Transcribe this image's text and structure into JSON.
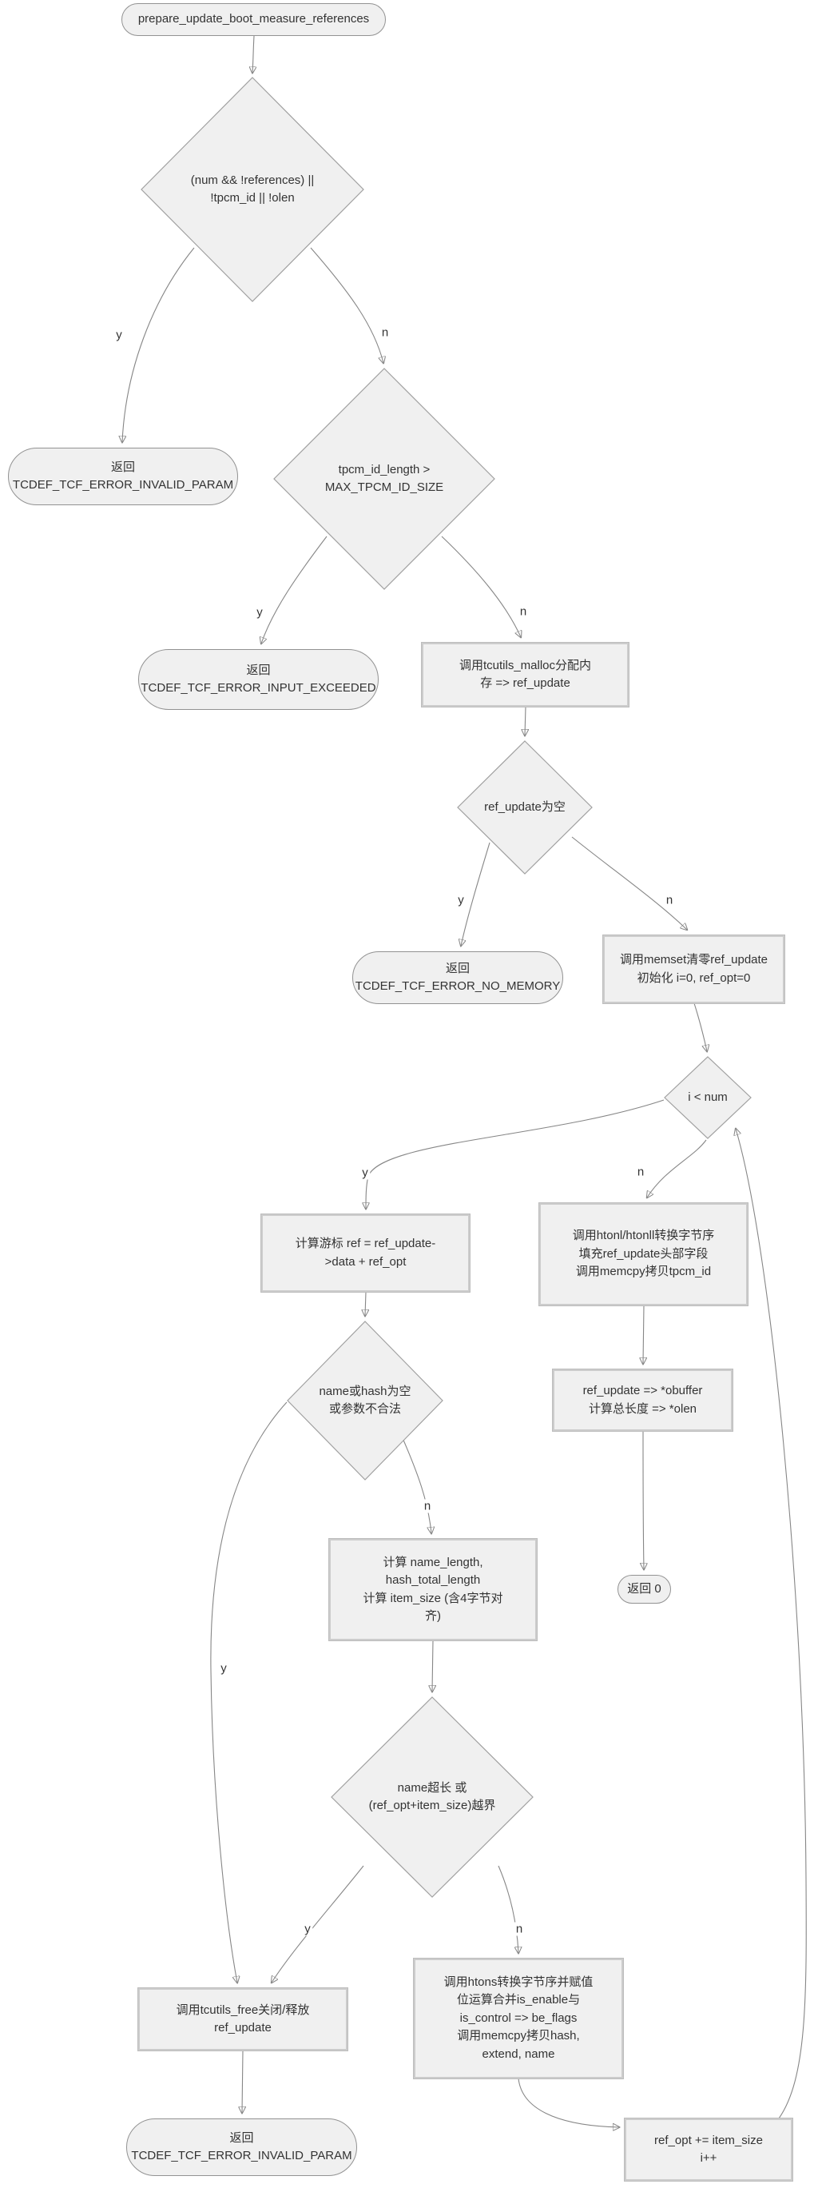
{
  "diagram": {
    "type": "flowchart",
    "colors": {
      "node_fill": "#f0f0f0",
      "node_border": "#949494",
      "edge_stroke": "#868686",
      "arrow_fill": "#5f5f5f",
      "text": "#333333"
    },
    "nodes": {
      "start": {
        "type": "terminal",
        "label": "prepare_update_boot_measure_references"
      },
      "check_params": {
        "type": "decision",
        "label": "(num && !references) ||\n!tpcm_id || !olen"
      },
      "return_invalid_param_1": {
        "type": "terminal",
        "label": "返回\nTCDEF_TCF_ERROR_INVALID_PARAM"
      },
      "check_tpcm_id_length": {
        "type": "decision",
        "label": "tpcm_id_length >\nMAX_TPCM_ID_SIZE"
      },
      "return_input_exceeded": {
        "type": "terminal",
        "label": "返回\nTCDEF_TCF_ERROR_INPUT_EXCEEDED"
      },
      "malloc_ref_update": {
        "type": "process",
        "label": "调用tcutils_malloc分配内\n存 => ref_update"
      },
      "check_ref_update_null": {
        "type": "decision",
        "label": "ref_update为空"
      },
      "return_no_memory": {
        "type": "terminal",
        "label": "返回\nTCDEF_TCF_ERROR_NO_MEMORY"
      },
      "memset_init": {
        "type": "process",
        "label": "调用memset清零ref_update\n初始化 i=0, ref_opt=0"
      },
      "loop_condition": {
        "type": "decision",
        "label": "i < num"
      },
      "calc_cursor": {
        "type": "process",
        "label": "计算游标 ref = ref_update-\n>data + ref_opt"
      },
      "fill_header": {
        "type": "process",
        "label": "调用htonl/htonll转换字节序\n填充ref_update头部字段\n调用memcpy拷贝tpcm_id"
      },
      "check_name_hash": {
        "type": "decision",
        "label": "name或hash为空\n或参数不合法"
      },
      "output_result": {
        "type": "process",
        "label": "ref_update => *obuffer\n计算总长度 => *olen"
      },
      "return_zero": {
        "type": "terminal",
        "label": "返回 0"
      },
      "calc_lengths": {
        "type": "process",
        "label": "计算 name_length,\nhash_total_length\n计算 item_size (含4字节对\n齐)"
      },
      "check_bounds": {
        "type": "decision",
        "label": "name超长 或\n(ref_opt+item_size)越界"
      },
      "free_ref_update": {
        "type": "process",
        "label": "调用tcutils_free关闭/释放\nref_update"
      },
      "fill_item": {
        "type": "process",
        "label": "调用htons转换字节序并赋值\n位运算合并is_enable与\nis_control => be_flags\n调用memcpy拷贝hash,\nextend, name"
      },
      "return_invalid_param_2": {
        "type": "terminal",
        "label": "返回\nTCDEF_TCF_ERROR_INVALID_PARAM"
      },
      "advance": {
        "type": "process",
        "label": "ref_opt += item_size\ni++"
      }
    },
    "edges": [
      {
        "from": "start",
        "to": "check_params",
        "label": ""
      },
      {
        "from": "check_params",
        "to": "return_invalid_param_1",
        "label": "y"
      },
      {
        "from": "check_params",
        "to": "check_tpcm_id_length",
        "label": "n"
      },
      {
        "from": "check_tpcm_id_length",
        "to": "return_input_exceeded",
        "label": "y"
      },
      {
        "from": "check_tpcm_id_length",
        "to": "malloc_ref_update",
        "label": "n"
      },
      {
        "from": "malloc_ref_update",
        "to": "check_ref_update_null",
        "label": ""
      },
      {
        "from": "check_ref_update_null",
        "to": "return_no_memory",
        "label": "y"
      },
      {
        "from": "check_ref_update_null",
        "to": "memset_init",
        "label": "n"
      },
      {
        "from": "memset_init",
        "to": "loop_condition",
        "label": ""
      },
      {
        "from": "loop_condition",
        "to": "calc_cursor",
        "label": "y"
      },
      {
        "from": "loop_condition",
        "to": "fill_header",
        "label": "n"
      },
      {
        "from": "calc_cursor",
        "to": "check_name_hash",
        "label": ""
      },
      {
        "from": "check_name_hash",
        "to": "calc_lengths",
        "label": "n"
      },
      {
        "from": "check_name_hash",
        "to": "free_ref_update",
        "label": "y"
      },
      {
        "from": "calc_lengths",
        "to": "check_bounds",
        "label": ""
      },
      {
        "from": "check_bounds",
        "to": "free_ref_update",
        "label": "y"
      },
      {
        "from": "check_bounds",
        "to": "fill_item",
        "label": "n"
      },
      {
        "from": "free_ref_update",
        "to": "return_invalid_param_2",
        "label": ""
      },
      {
        "from": "fill_item",
        "to": "advance",
        "label": ""
      },
      {
        "from": "advance",
        "to": "loop_condition",
        "label": ""
      },
      {
        "from": "fill_header",
        "to": "output_result",
        "label": ""
      },
      {
        "from": "output_result",
        "to": "return_zero",
        "label": ""
      }
    ]
  }
}
